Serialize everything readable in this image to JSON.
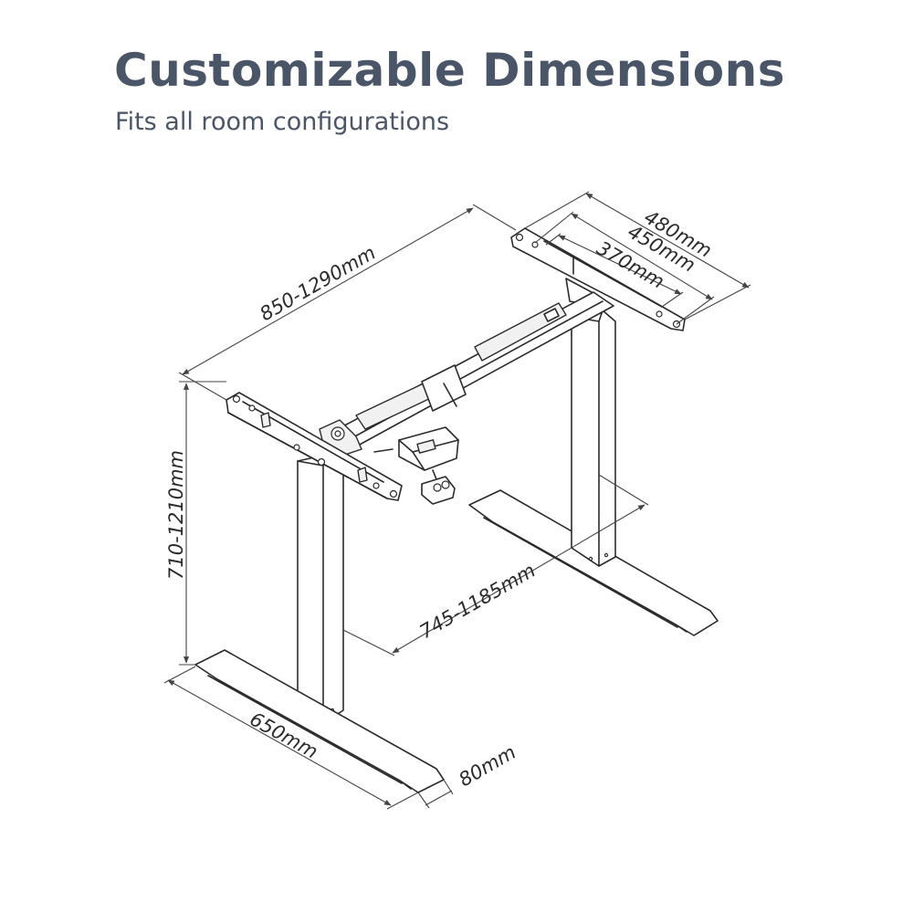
{
  "header": {
    "title": "Customizable Dimensions",
    "subtitle": "Fits all room configurations"
  },
  "dimensions": {
    "width_range": "850-1290mm",
    "height_range": "710-1210mm",
    "foot_span": "745-1185mm",
    "foot_length": "650mm",
    "foot_width": "80mm",
    "bracket_480": "480mm",
    "bracket_450": "450mm",
    "bracket_370": "370mm"
  },
  "colors": {
    "heading": "#4a5568",
    "line": "#2b2b2b"
  }
}
